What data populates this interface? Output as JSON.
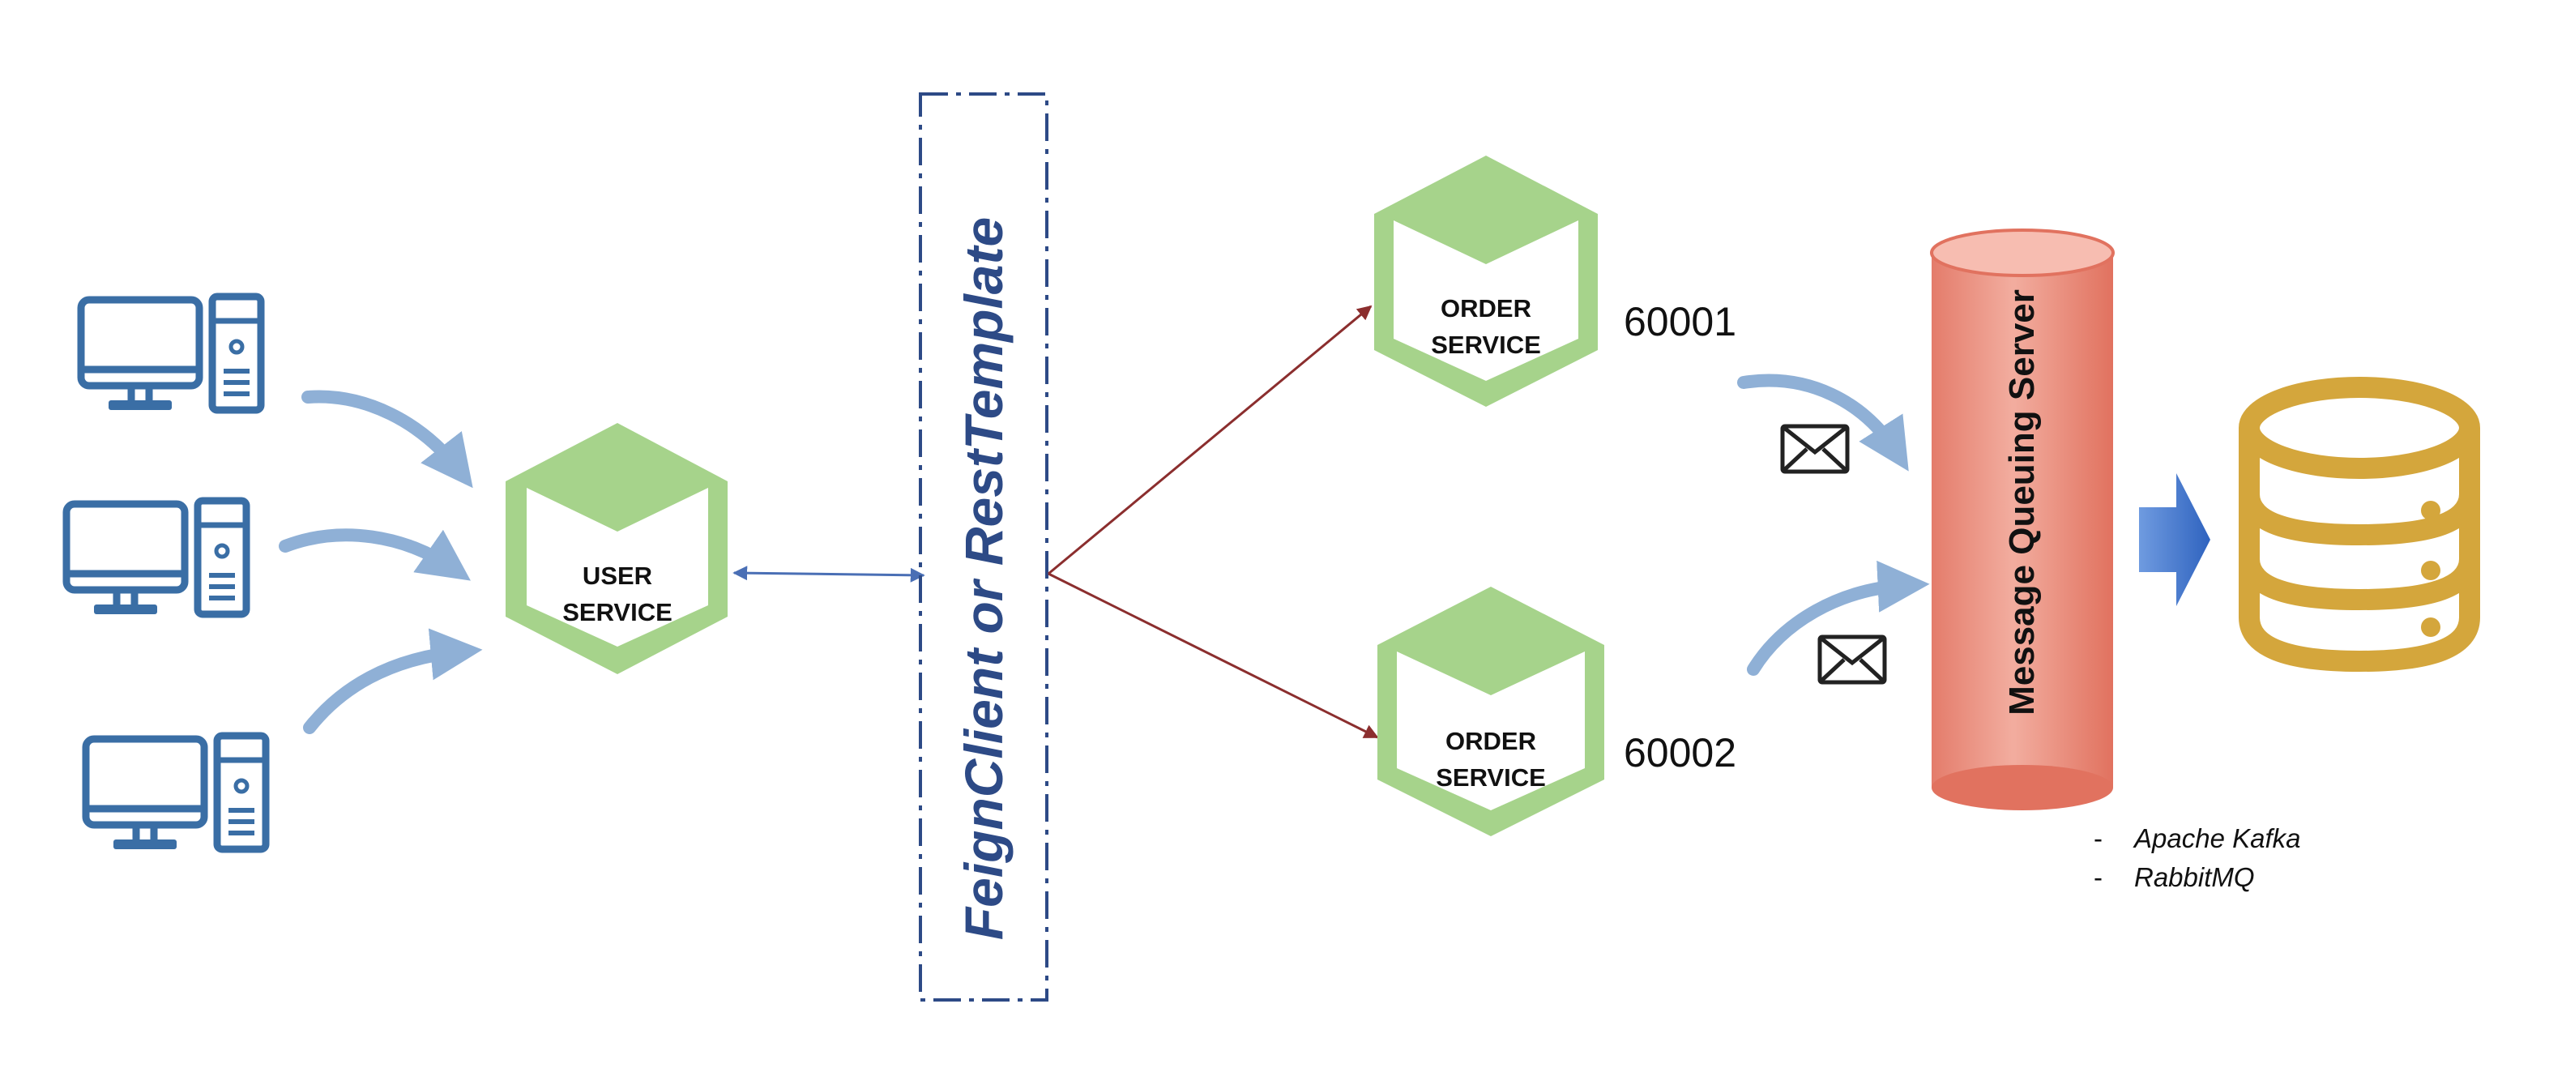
{
  "user_service": {
    "line1": "USER",
    "line2": "SERVICE"
  },
  "order_service_1": {
    "line1": "ORDER",
    "line2": "SERVICE",
    "port": "60001"
  },
  "order_service_2": {
    "line1": "ORDER",
    "line2": "SERVICE",
    "port": "60002"
  },
  "gateway_label": "FeignClient or RestTemplate",
  "queue_label": "Message Queuing Server",
  "queue_technologies": [
    "Apache Kafka",
    "RabbitMQ"
  ],
  "icons": {
    "client": "desktop-computer-icon",
    "message": "envelope-icon",
    "database": "database-icon",
    "forward": "right-arrow-icon"
  },
  "colors": {
    "service_green": "#a6d38b",
    "client_blue": "#3a6ea5",
    "gateway_text": "#2d4a86",
    "queue_fill": "#e99484",
    "database_gold": "#d4a63c",
    "forward_arrow": "#3b73c9",
    "connector_red": "#8b2e2e",
    "connector_blue": "#4a6fb5"
  }
}
